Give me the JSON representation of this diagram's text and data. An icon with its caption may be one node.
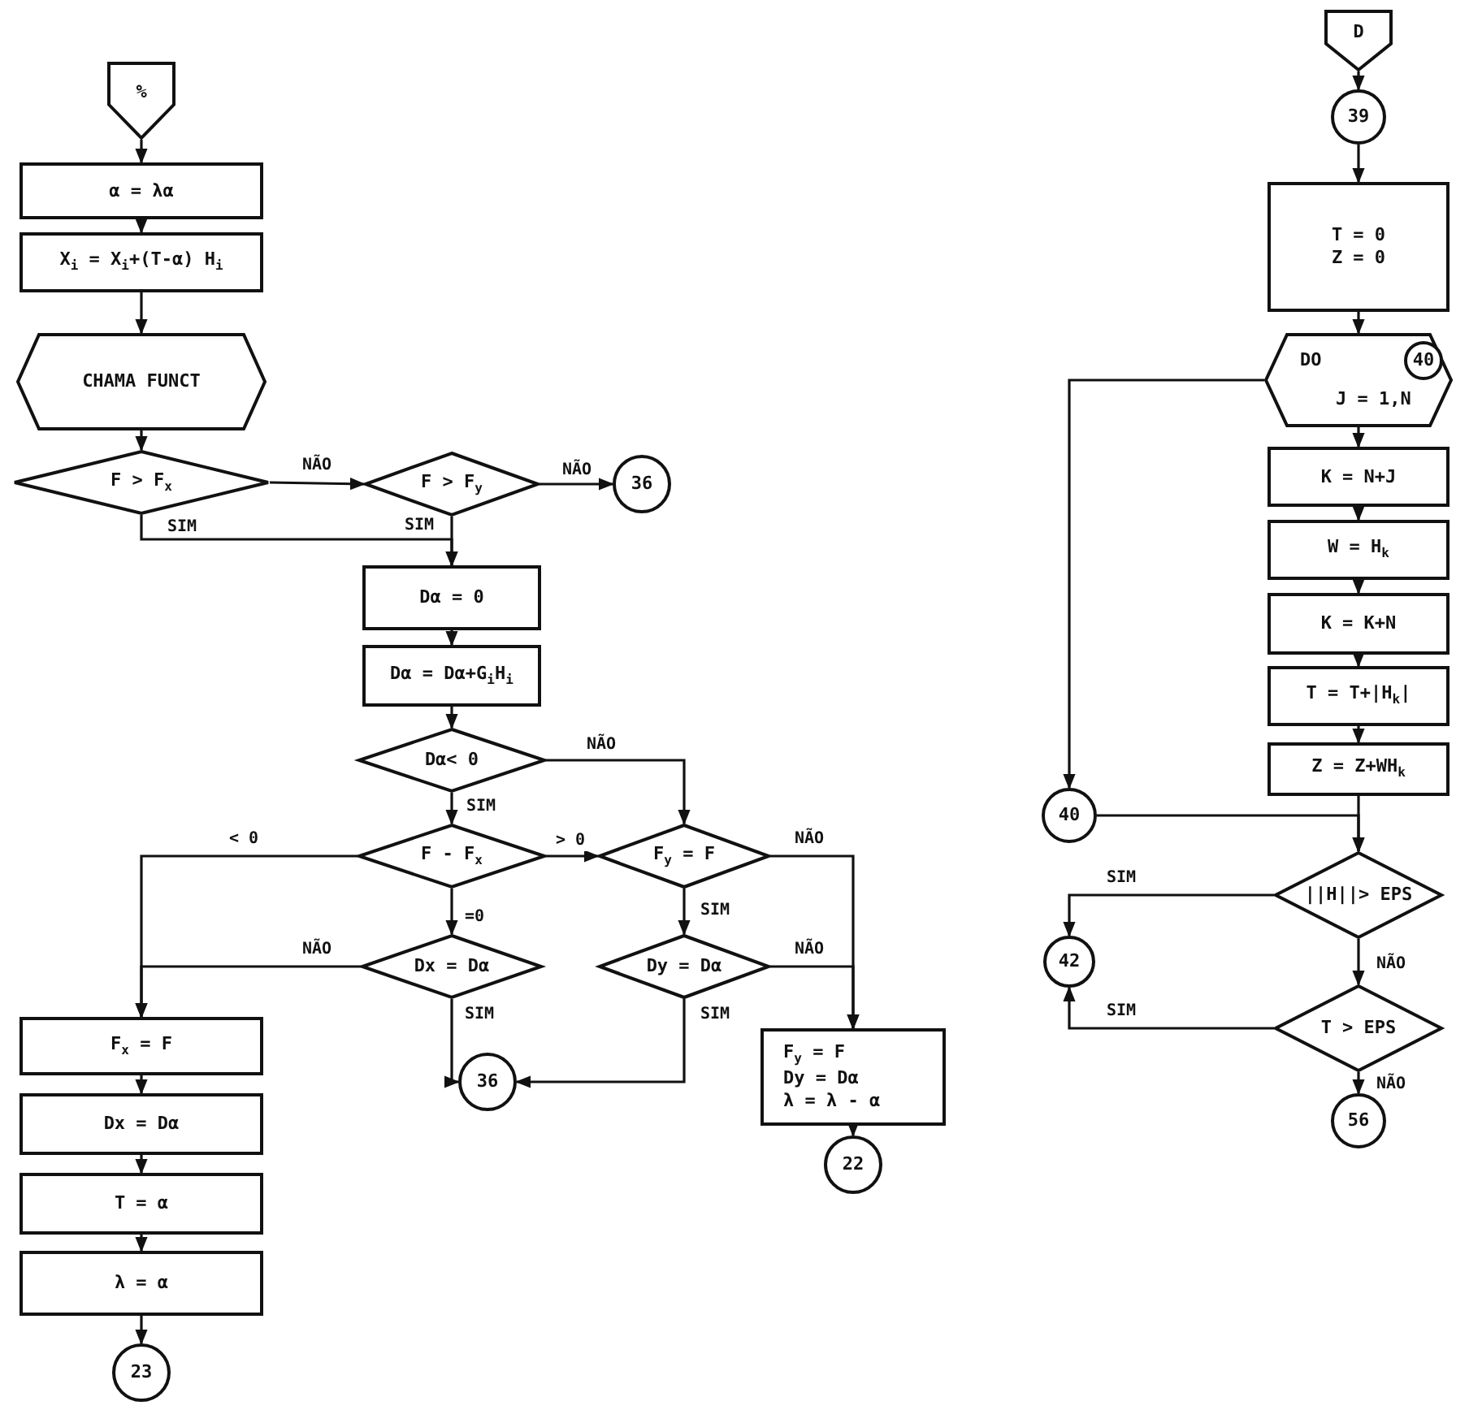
{
  "diagram": {
    "nodes": [
      {
        "text": [
          "%"
        ]
      },
      {
        "text": [
          "α = λα"
        ]
      },
      {
        "text": [
          "X$_{i}$ = X$_{i}$+(T-α) H$_{i}$"
        ]
      },
      {
        "text": [
          "CHAMA FUNCT"
        ]
      },
      {
        "text": [
          "F > F$_{x}$"
        ]
      },
      {
        "text": [
          "F > F$_{y}$"
        ]
      },
      {
        "text": [
          "36"
        ]
      },
      {
        "text": [
          "Dα = 0"
        ]
      },
      {
        "text": [
          "Dα = Dα+G$_{i}$H$_{i}$"
        ]
      },
      {
        "text": [
          "Dα< 0"
        ]
      },
      {
        "text": [
          "F - F$_{x}$"
        ]
      },
      {
        "text": [
          "F$_{y}$ = F"
        ]
      },
      {
        "text": [
          "Dx = Dα"
        ]
      },
      {
        "text": [
          "Dy = Dα"
        ]
      },
      {
        "text": [
          "F$_{x}$ = F"
        ]
      },
      {
        "text": [
          "Dx = Dα"
        ]
      },
      {
        "text": [
          "T = α"
        ]
      },
      {
        "text": [
          "λ = α"
        ]
      },
      {
        "text": [
          "23"
        ]
      },
      {
        "text": [
          "36"
        ]
      },
      {
        "text": [
          "F$_{y}$ = F",
          "Dy = Dα",
          "λ = λ - α"
        ]
      },
      {
        "text": [
          "22"
        ]
      },
      {
        "text": [
          "D"
        ]
      },
      {
        "text": [
          "39"
        ]
      },
      {
        "text": [
          "T = 0",
          "Z = 0"
        ]
      },
      {
        "text": [
          "DO",
          "J = 1,N"
        ]
      },
      {
        "text": [
          "40"
        ],
        "in": 25
      },
      {
        "text": [
          "K = N+J"
        ]
      },
      {
        "text": [
          "W = H$_{k}$"
        ]
      },
      {
        "text": [
          "K = K+N"
        ]
      },
      {
        "text": [
          "T = T+|H$_{k}$|"
        ]
      },
      {
        "text": [
          "Z = Z+WH$_{k}$"
        ]
      },
      {
        "text": [
          "40"
        ]
      },
      {
        "text": [
          "||H||> EPS"
        ]
      },
      {
        "text": [
          "42"
        ]
      },
      {
        "text": [
          "T > EPS"
        ]
      },
      {
        "text": [
          "56"
        ]
      }
    ],
    "edges": [
      {
        "from": 0,
        "to": 1,
        "arrow": "to"
      },
      {
        "from": 1,
        "to": 2,
        "arrow": "to"
      },
      {
        "from": 2,
        "to": 3,
        "arrow": "to"
      },
      {
        "from": 3,
        "to": 4,
        "arrow": "to"
      },
      {
        "from": 4,
        "to": 5,
        "arrow": "to",
        "label": "NÃO"
      },
      {
        "from": 4,
        "to": 7,
        "arrow": "to",
        "label": "SIM"
      },
      {
        "from": 5,
        "to": 7,
        "arrow": "to",
        "label": "SIM"
      },
      {
        "from": 5,
        "to": 6,
        "arrow": "to",
        "label": "NÃO"
      },
      {
        "from": 7,
        "to": 8,
        "arrow": "to"
      },
      {
        "from": 8,
        "to": 9,
        "arrow": "to"
      },
      {
        "from": 9,
        "to": 10,
        "arrow": "to",
        "label": "SIM"
      },
      {
        "from": 9,
        "to": 11,
        "arrow": "to",
        "label": "NÃO"
      },
      {
        "from": 10,
        "to": 14,
        "arrow": "to",
        "label": "< 0"
      },
      {
        "from": 10,
        "to": 12,
        "arrow": "to",
        "label": "=0"
      },
      {
        "from": 10,
        "to": 11,
        "arrow": "to",
        "label": "> 0"
      },
      {
        "from": 11,
        "to": 13,
        "arrow": "to",
        "label": "SIM"
      },
      {
        "from": 11,
        "to": 20,
        "arrow": "to",
        "label": "NÃO"
      },
      {
        "from": 13,
        "to": 20,
        "arrow": "to",
        "label": "NÃO"
      },
      {
        "from": 13,
        "to": 19,
        "arrow": "to",
        "label": "SIM"
      },
      {
        "from": 12,
        "to": 19,
        "arrow": "to",
        "label": "SIM"
      },
      {
        "from": 12,
        "to": 14,
        "arrow": "to",
        "label": "NÃO"
      },
      {
        "from": 14,
        "to": 15,
        "arrow": "to"
      },
      {
        "from": 15,
        "to": 16,
        "arrow": "to"
      },
      {
        "from": 16,
        "to": 17,
        "arrow": "to"
      },
      {
        "from": 17,
        "to": 18,
        "arrow": "to"
      },
      {
        "from": 20,
        "to": 21,
        "arrow": "to"
      },
      {
        "from": 22,
        "to": 23,
        "arrow": "to"
      },
      {
        "from": 23,
        "to": 24,
        "arrow": "to"
      },
      {
        "from": 24,
        "to": 25,
        "arrow": "to"
      },
      {
        "from": 25,
        "to": 27,
        "arrow": "to"
      },
      {
        "from": 27,
        "to": 28,
        "arrow": "to"
      },
      {
        "from": 28,
        "to": 29,
        "arrow": "to"
      },
      {
        "from": 29,
        "to": 30,
        "arrow": "to"
      },
      {
        "from": 30,
        "to": 31,
        "arrow": "to"
      },
      {
        "from": 25,
        "to": 32,
        "arrow": "to"
      },
      {
        "from": 31,
        "to": 33,
        "arrow": "to"
      },
      {
        "from": 32,
        "to": 33,
        "arrow": "to"
      },
      {
        "from": 33,
        "to": 34,
        "arrow": "to",
        "label": "SIM"
      },
      {
        "from": 33,
        "to": 35,
        "arrow": "to",
        "label": "NÃO"
      },
      {
        "from": 35,
        "to": 34,
        "arrow": "to",
        "label": "SIM"
      },
      {
        "from": 35,
        "to": 36,
        "arrow": "to",
        "label": "NÃO"
      }
    ]
  }
}
